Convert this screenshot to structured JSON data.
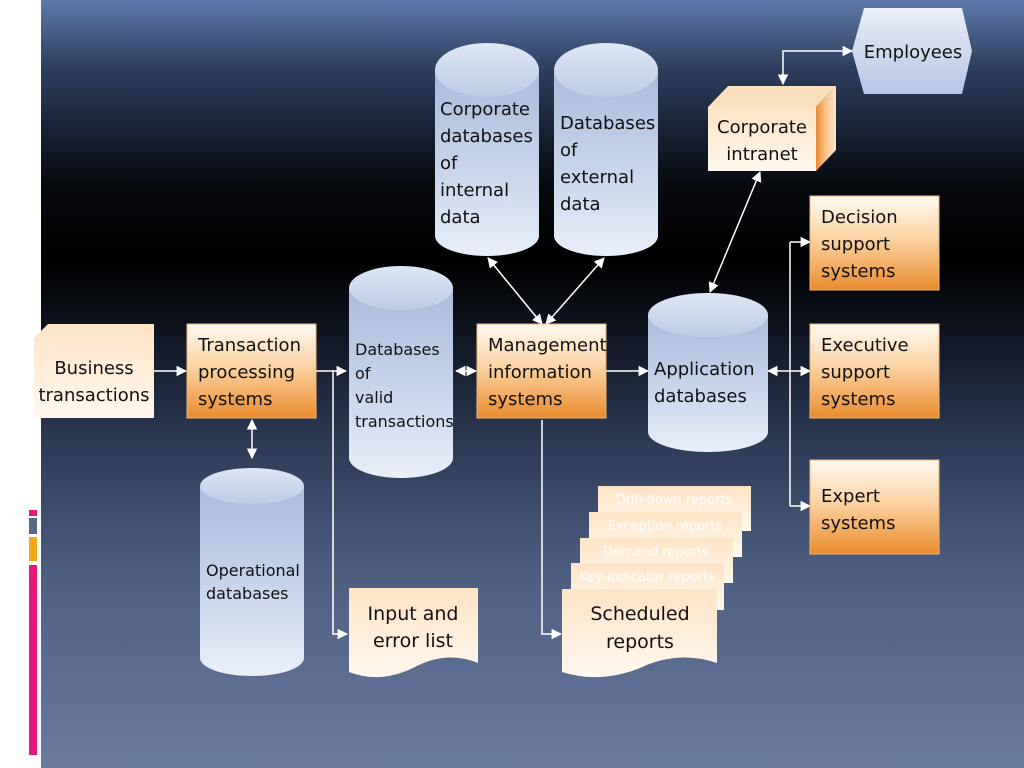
{
  "diagram": {
    "business_transactions": [
      "Business",
      "transactions"
    ],
    "tps": [
      "Transaction",
      "processing",
      "systems"
    ],
    "operational_db": [
      "Operational",
      "databases"
    ],
    "valid_db": [
      "Databases",
      "of",
      "valid",
      "transactions"
    ],
    "input_error": [
      "Input and",
      "error list"
    ],
    "corporate_db": [
      "Corporate",
      "databases",
      "of",
      "internal",
      "data"
    ],
    "external_db": [
      "Databases",
      "of",
      "external",
      "data"
    ],
    "mis": [
      "Management",
      "information",
      "systems"
    ],
    "application_db": [
      "Application",
      "databases"
    ],
    "corporate_intranet": [
      "Corporate",
      "intranet"
    ],
    "employees": "Employees",
    "dss": [
      "Decision",
      "support",
      "systems"
    ],
    "ess": [
      "Executive",
      "support",
      "systems"
    ],
    "expert": [
      "Expert",
      "systems"
    ],
    "reports": {
      "drill_down": "Drill-down reports",
      "exception": "Exception reports",
      "demand": "Demand reports",
      "key_indicator": "Key-indicator reports",
      "scheduled": [
        "Scheduled",
        "reports"
      ]
    }
  },
  "colors": {
    "orange_box_top": "#fffaf2",
    "orange_box_bottom": "#ea8b2c",
    "cylinder_light": "#e7eefa",
    "cylinder_dark": "#a4b6da",
    "cream": "#fdf2e3"
  }
}
